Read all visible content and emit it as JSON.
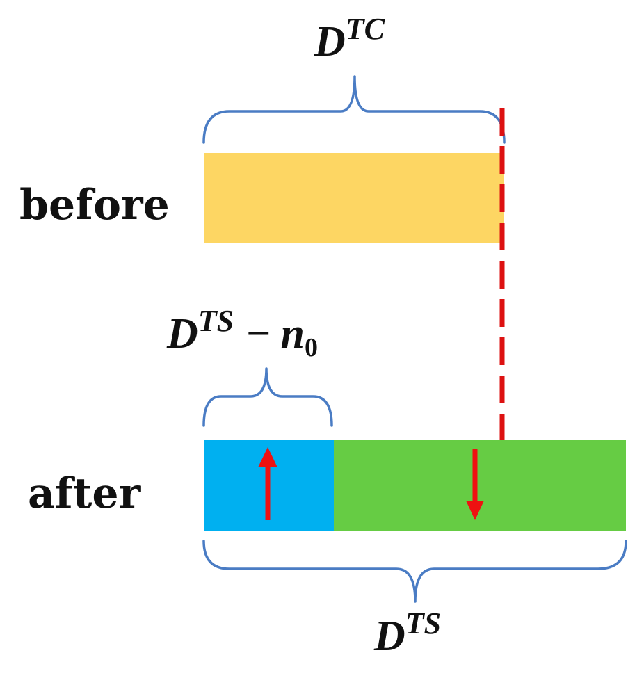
{
  "labels": {
    "before": "before",
    "after": "after"
  },
  "math": {
    "dtc": {
      "base": "D",
      "sup": "TC"
    },
    "dts_minus_n0": {
      "base": "D",
      "sup": "TS",
      "minus": "−",
      "n": "n",
      "sub": "0"
    },
    "dts": {
      "base": "D",
      "sup": "TS"
    }
  },
  "colors": {
    "before_bar": "#fdd663",
    "after_blue": "#00b0f0",
    "after_green": "#66cc44",
    "brace": "#4a7cc4",
    "arrow": "#ee1111",
    "dashed_line": "#dd1111"
  },
  "markers": {
    "blue_segment_arrow": "up-arrow",
    "green_segment_arrow": "down-arrow"
  }
}
